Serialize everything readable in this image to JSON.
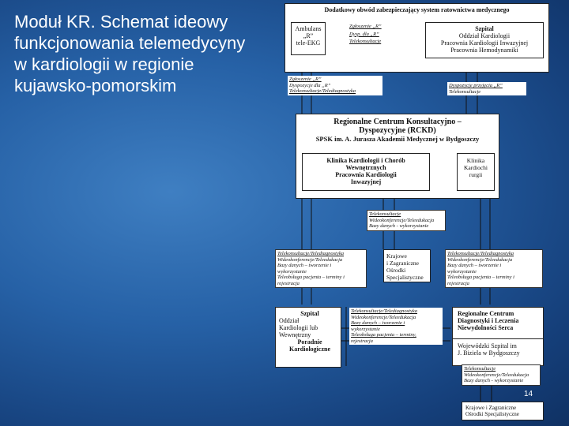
{
  "title": {
    "lines": [
      "Moduł KR. Schemat ideowy",
      "funkcjonowania telemedycyny",
      "w kardiologii w regionie",
      "kujawsko-pomorskim"
    ]
  },
  "diagram": {
    "header": "Dodatkowy obwód zabezpieczający system ratownictwa medycznego",
    "ambulans": [
      "Ambulans",
      "„R”",
      "tele-EKG"
    ],
    "ambulans_links": [
      "Zgłoszenie „R”",
      "Dysp. dla „R”",
      "Telekonsultacje"
    ],
    "szpital_top": [
      "Szpital",
      "Oddział Kardiologii",
      "Pracownia Kardiologii Inwazyjnej",
      "Pracownia Hemodynamiki"
    ],
    "note_left": [
      "Zgłoszenie „R”",
      "Dyspozycje dla „R”",
      "Telekonsultacje/Telediagnostyka"
    ],
    "note_right": [
      "Dyspozycje przyjęcia „R”",
      "Telekonsultacje"
    ],
    "rckd": {
      "title1": "Regionalne Centrum Konsultacyjno –",
      "title2": "Dyspozycyjne (RCKD)",
      "title3": "SPSK im. A. Jurasza Akademii Medycznej w Bydgoszczy",
      "klinika1": [
        "Klinika Kardiologii i Chorób",
        "Wewnętrznych",
        "Pracownia Kardiologii",
        "Inwazyjnej"
      ],
      "klinika2": [
        "Klinika",
        "Kardiochi",
        "rurgii"
      ]
    },
    "note_mid": [
      "Telekonsultacje",
      "Wideokonferencje/Teleedukacja",
      "Bazy danych - wykorzystanie"
    ],
    "note_left2": [
      "Telekonsultacje/Telediagnostyka",
      "Wideokonferencje/Teleedukacja",
      "Bazy danych – tworzenie i",
      "wykorzystanie",
      "Teleobsługa pacjenta – terminy i",
      "rejestracja"
    ],
    "krajowe_mid": [
      "Krajowe",
      "i Zagraniczne",
      "Ośrodki",
      "Specjalistyczne"
    ],
    "note_right2": [
      "Telekonsultacje/Telediagnostyka",
      "Wideokonferencje/Teleedukacja",
      "Bazy danych – tworzenie i",
      "wykorzystanie",
      "Teleobsługa pacjenta – terminy i",
      "rejestracja"
    ],
    "szpital_bottom": {
      "title": "Szpital",
      "lines": [
        "Oddział",
        "Kardiologii lub",
        "Wewnętrzny"
      ],
      "bold": [
        "Poradnie",
        "Kardiologiczne"
      ]
    },
    "note_bottom_mid": [
      "Telekonsultacje/Telediagnostyka",
      "Wideokonferencje/Teleedukacja",
      "Bazy danych – tworzenie i",
      "wykorzystanie",
      "Teleobsługa pacjenta – terminy,",
      "rejestracja"
    ],
    "rcdl": {
      "title": [
        "Regionalne Centrum",
        "Diagnostyki i Leczenia",
        "Niewydolności Serca"
      ],
      "sub": [
        "Wojewódzki Szpital im",
        "J. Biziela w Bydgoszczy"
      ]
    },
    "note_bottom_right": [
      "Telekonsultacje",
      "Wideokonferencje/Teleedukacja",
      "Bazy danych - wykorzystanie"
    ],
    "krajowe_bottom": [
      "Krajowe i Zagraniczne",
      "Ośrodki Specjalistyczne"
    ]
  },
  "page_number": "14"
}
